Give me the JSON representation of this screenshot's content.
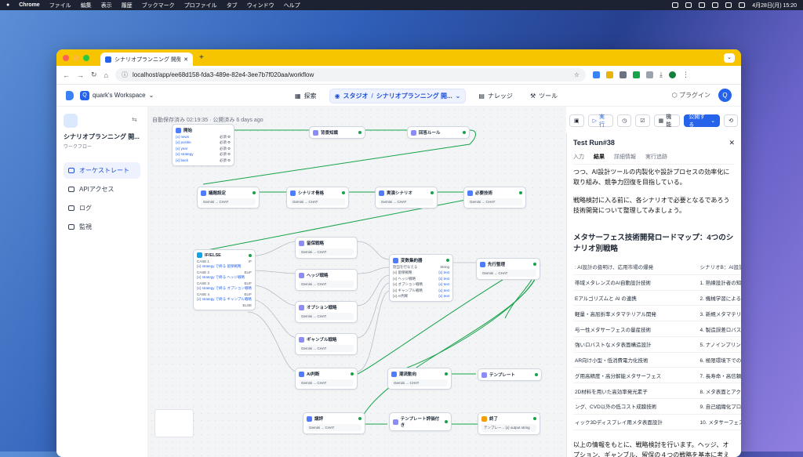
{
  "menubar": {
    "app": "Chrome",
    "items": [
      "ファイル",
      "編集",
      "表示",
      "履歴",
      "ブックマーク",
      "プロファイル",
      "タブ",
      "ウィンドウ",
      "ヘルプ"
    ],
    "datetime": "4月28日(月)  15:20"
  },
  "browser": {
    "tab_title": "シナリオプランニング 開発用 //",
    "url": "localhost/app/ee68d158-fda3-489e-82e4-3ee7b7f020aa/workflow"
  },
  "header": {
    "workspace": "quark's Workspace",
    "nav": [
      "探索",
      "スタジオ",
      "シナリオプランニング 開...",
      "ナレッジ",
      "ツール"
    ],
    "plugin": "プラグイン",
    "avatar": "Q"
  },
  "sidebar": {
    "app_name": "シナリオプランニング 開...",
    "app_type": "ワークフロー",
    "items": [
      "オーケストレート",
      "APIアクセス",
      "ログ",
      "監視"
    ]
  },
  "canvas": {
    "autosave": "自動保存済み 02:19:35 · 公開済み 6 days ago",
    "nodes": {
      "start": {
        "title": "開始",
        "rows": [
          [
            "{x} news",
            "必須 ⚙"
          ],
          [
            "{x} positin",
            "必須 ⚙"
          ],
          [
            "{x} year",
            "必須 ⚙"
          ],
          [
            "{x} strategy",
            "必須 ⚙"
          ],
          [
            "{x} back",
            "必須 ⚙"
          ]
        ]
      },
      "bg": {
        "title": "背景知識"
      },
      "rule": {
        "title": "回答ルール"
      },
      "theme": {
        "title": "議題設定",
        "model": "Gemini ...   CHAT"
      },
      "story": {
        "title": "シナリオ骨格",
        "model": "Gemini ...   CHAT"
      },
      "detail": {
        "title": "実演シナリオ",
        "model": "Gemini ...   CHAT"
      },
      "need": {
        "title": "必要技術",
        "model": "Gemini ...   CHAT"
      },
      "ifelse": {
        "title": "IF/ELSE",
        "rows": [
          [
            "CASE 1",
            "IF"
          ],
          [
            "{x} strategy で終る 留保戦略",
            ""
          ],
          [
            "CASE 2",
            "ELIF"
          ],
          [
            "{x} strategy で終る ヘッジ戦略",
            ""
          ],
          [
            "CASE 3",
            "ELIF"
          ],
          [
            "{x} strategy で終る オプション戦略",
            ""
          ],
          [
            "CASE 4",
            "ELIF"
          ],
          [
            "{x} strategy で終る ギャンブル戦略",
            ""
          ],
          [
            "",
            "ELSE"
          ]
        ]
      },
      "s1": {
        "title": "留保戦略",
        "model": "Gemini ...   CHAT"
      },
      "s2": {
        "title": "ヘッジ戦略",
        "model": "Gemini ...   CHAT"
      },
      "s3": {
        "title": "オプション戦略",
        "model": "Gemini ...   CHAT"
      },
      "s4": {
        "title": "ギャンブル戦略",
        "model": "Gemini ...   CHAT"
      },
      "agg": {
        "title": "変数集約器",
        "rows": [
          [
            "割当を行なえる",
            "String"
          ],
          [
            "{x} 留保戦略",
            "{x} text"
          ],
          [
            "{x} ヘッジ戦略",
            "{x} text"
          ],
          [
            "{x} オプション戦略",
            "{x} text"
          ],
          [
            "{x} ギャンブル戦略",
            "{x} text"
          ],
          [
            "{x} AI判断",
            "{x} text"
          ]
        ]
      },
      "out": {
        "title": "先行整理",
        "model": "Gemini ...   CHAT"
      },
      "ai": {
        "title": "AI判断",
        "model": "Gemini ...   CHAT"
      },
      "trend": {
        "title": "潮流動向",
        "model": "Gemini ...   CHAT"
      },
      "tmpl": {
        "title": "テンプレート"
      },
      "review": {
        "title": "講評",
        "model": "Gemini ...   CHAT"
      },
      "tmpl2": {
        "title": "テンプレート評価付き"
      },
      "end": {
        "title": "終了",
        "row": "テンプレー... {x} output  string"
      }
    }
  },
  "toolbar": {
    "run": "実行",
    "features": "機能",
    "publish": "公開する"
  },
  "panel": {
    "title": "Test Run#38",
    "tabs": [
      "入力",
      "結果",
      "詳細情報",
      "実行追跡"
    ],
    "para1": "つつ、AI設計ツールの内製化や設計プロセスの効率化に取り組み、競争力回復を目指している。",
    "para2": "戦略検討に入る前に、各シナリオで必要となるであろう技術開発について整理してみましょう。",
    "heading": "メタサーフェス技術開発ロードマップ：4つのシナリオ別戦略",
    "table_head": [
      ": AI設計の扱明け、応用市場の爆発",
      "シナリオB：AI設計が"
    ],
    "table_rows": [
      [
        "帯域メタレンズのAI自動設計技術",
        "1. 熟練設計者の知識を"
      ],
      [
        "Eアルゴリズムと AI の連携",
        "2. 機械学習による設計"
      ],
      [
        "軽量・高屈折率メタマテリアル開発",
        "3. 新規メタマテリアル"
      ],
      [
        "与一性メタサーフェスの量産技術",
        "4. 製造誤差ロバストな"
      ],
      [
        "強いロバストなメタ表面構造設計",
        "5. ナノインプリント以"
      ],
      [
        "AR向け小型・低消費電力化技術",
        "6. 極限環境下でのメタ"
      ],
      [
        "グ用高精度・高分解能メタサーフェス",
        "7. 長寿命・高信頼性メ"
      ],
      [
        "2D材料を用いた高効率発光素子",
        "8. メタ表面とアクティ"
      ],
      [
        "ング、CVD以外の低コスト成膜技術",
        "9. 自己組織化プロセス"
      ],
      [
        "ィック3Dディスプレイ用メタ表面設計",
        "10. メタサーフェスのリ"
      ]
    ],
    "para3": "以上の情報をもとに、戦略検討を行います。ヘッジ、オプション、ギャンブル、留保の４つの戦略を基本に考えます。今回は、AI判断で進めていきましょう。"
  }
}
